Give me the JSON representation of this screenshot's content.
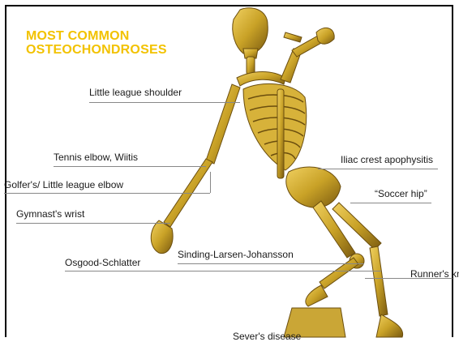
{
  "slide": {
    "title": "MOST COMMON\nOSTEOCHONDROSES",
    "title_color": "#f2c200",
    "labels": {
      "little_league_shoulder": "Little league shoulder",
      "tennis_elbow": "Tennis elbow, Wiitis",
      "golfers_elbow": "Golfer's/ Little league elbow",
      "gymnasts_wrist": "Gymnast's wrist",
      "osgood_schlatter": "Osgood-Schlatter",
      "sinding_larsen_johansson": "Sinding-Larsen-Johansson",
      "iliac_crest": "Iliac crest apophysitis",
      "soccer_hip": "“Soccer hip”",
      "runners_knee": "Runner's kn",
      "severs_disease": "Sever's disease"
    },
    "figure": "skeleton-illustration",
    "bone_color": "#c9a227"
  }
}
